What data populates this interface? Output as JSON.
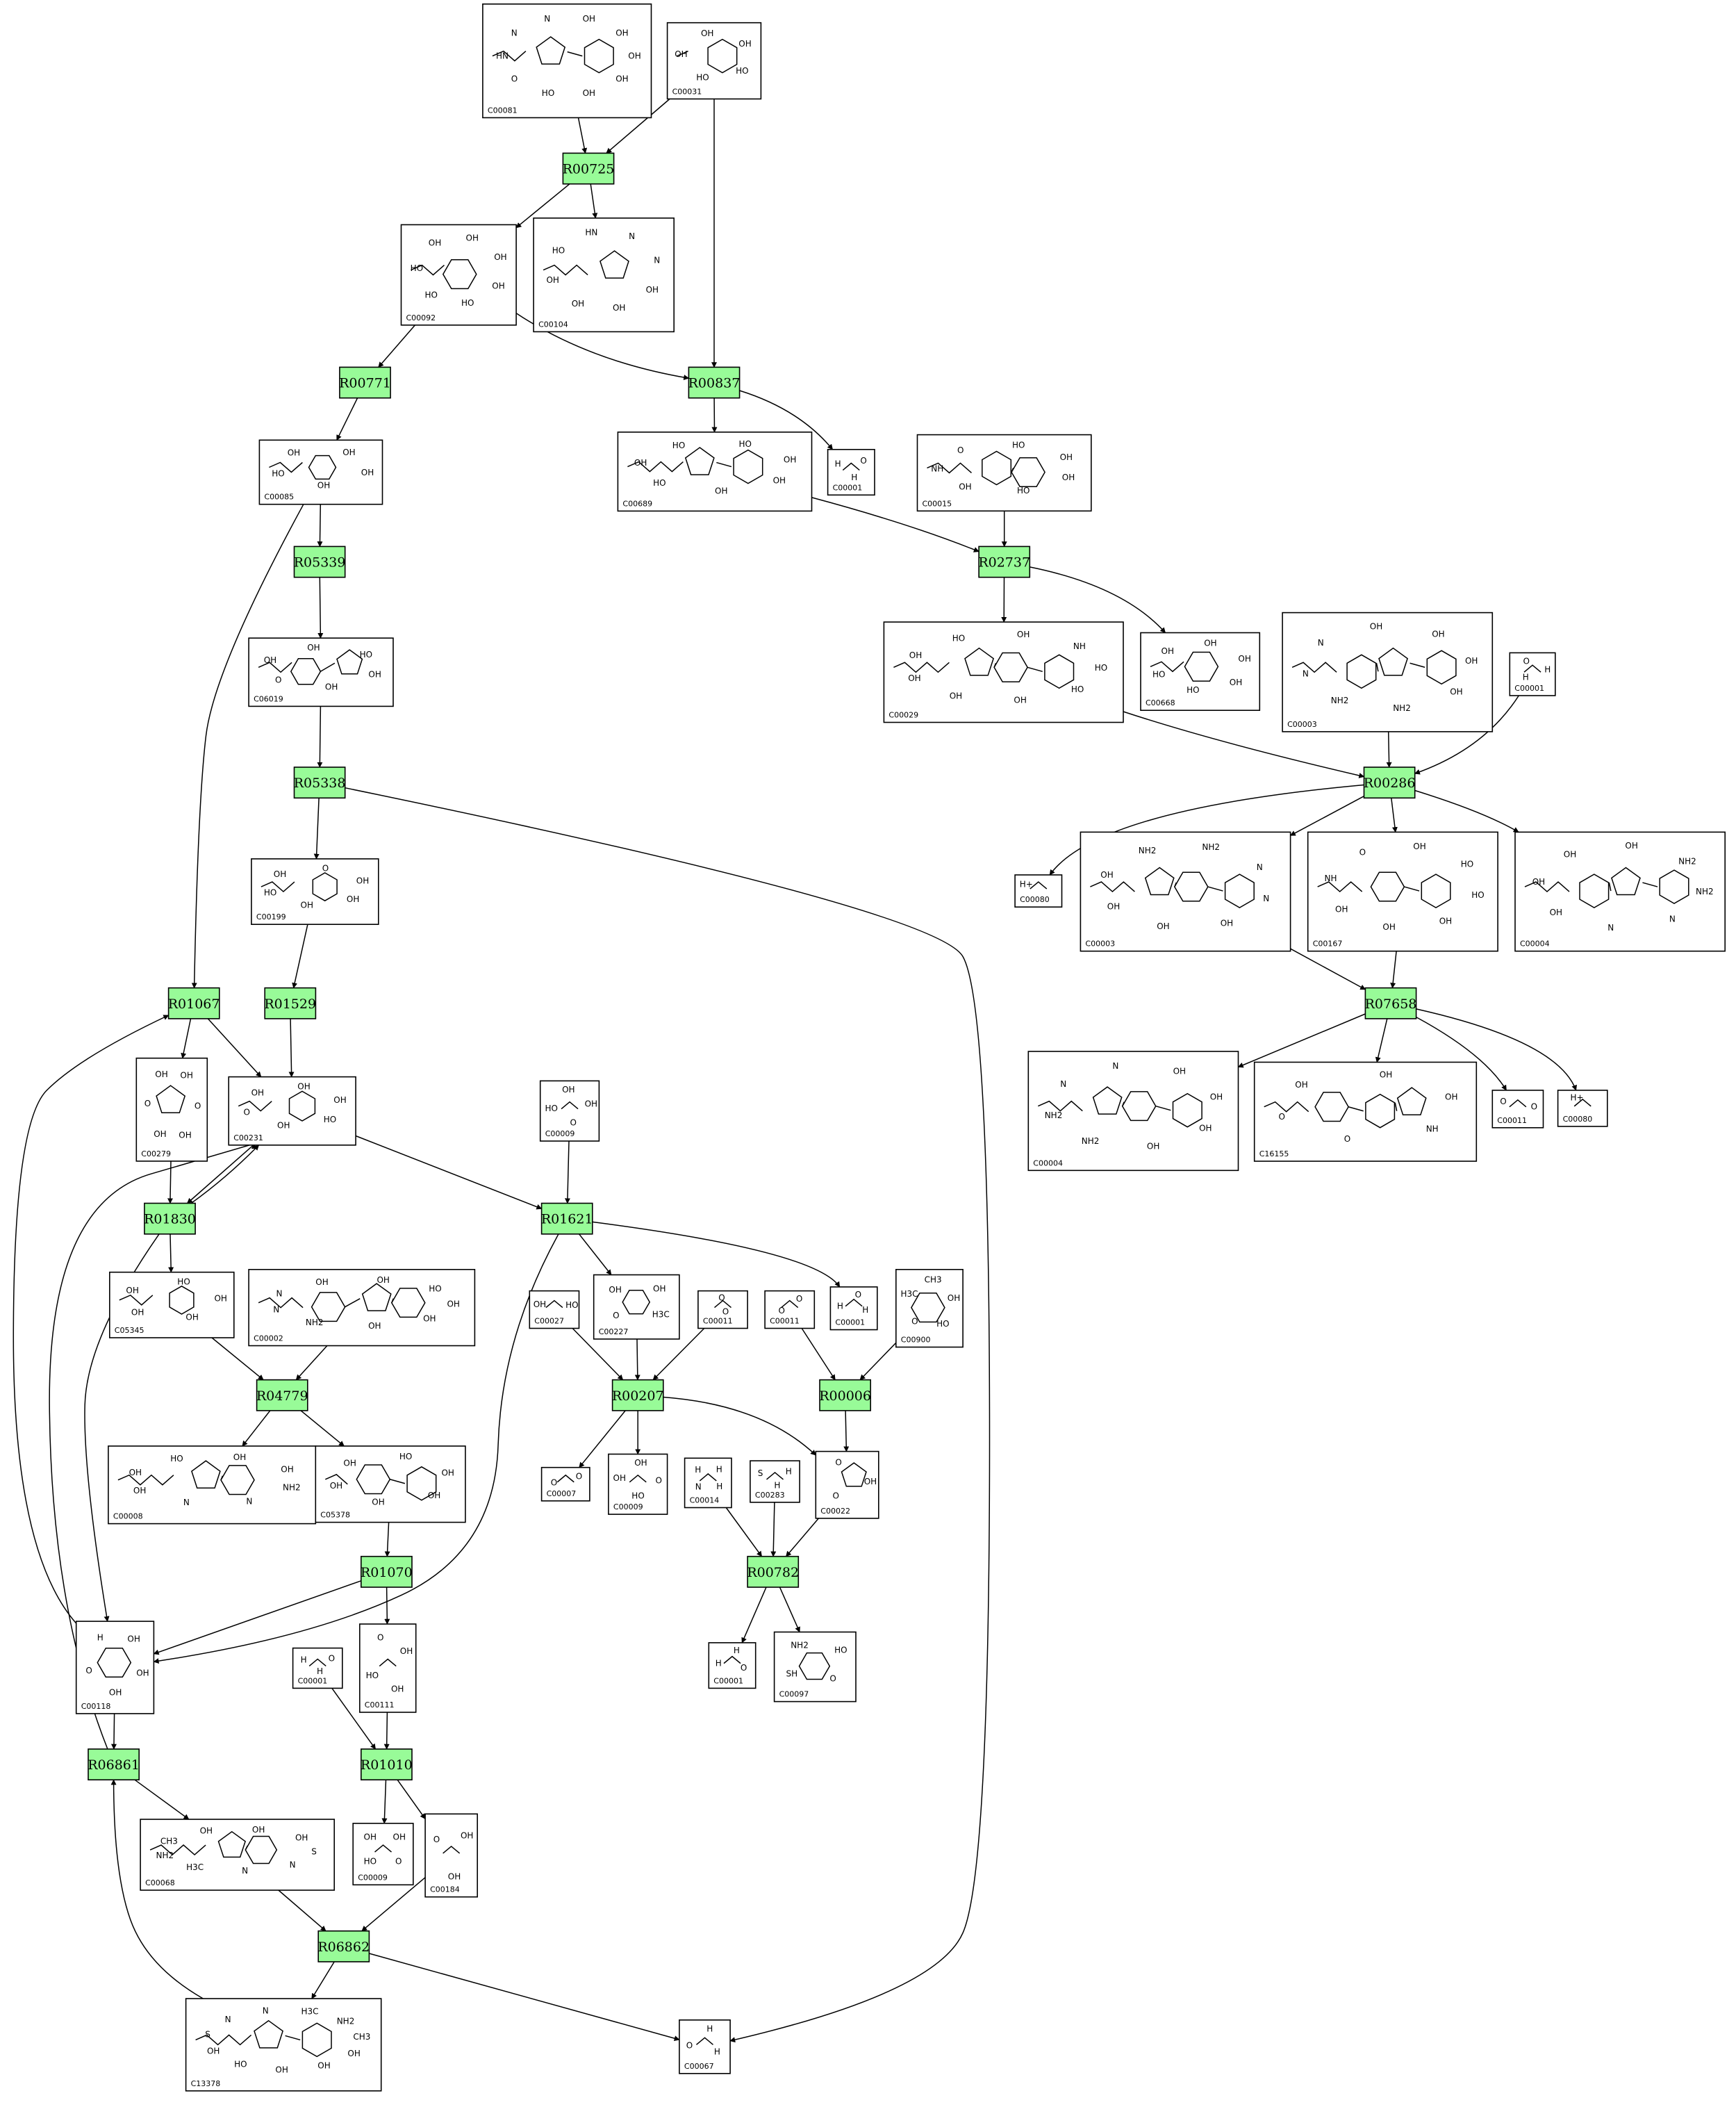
{
  "colors": {
    "reaction_fill": "#98fb98",
    "compound_fill": "#ffffff",
    "stroke": "#000000"
  },
  "reactions": [
    {
      "id": "R00725"
    },
    {
      "id": "R00771"
    },
    {
      "id": "R00837"
    },
    {
      "id": "R05339"
    },
    {
      "id": "R02737"
    },
    {
      "id": "R05338"
    },
    {
      "id": "R00286"
    },
    {
      "id": "R01067"
    },
    {
      "id": "R01529"
    },
    {
      "id": "R07658"
    },
    {
      "id": "R01830"
    },
    {
      "id": "R01621"
    },
    {
      "id": "R04779"
    },
    {
      "id": "R00207"
    },
    {
      "id": "R00006"
    },
    {
      "id": "R00782"
    },
    {
      "id": "R01070"
    },
    {
      "id": "R06861"
    },
    {
      "id": "R01010"
    },
    {
      "id": "R06862"
    }
  ],
  "compounds": [
    {
      "id": "C00081",
      "atoms": [
        "OH",
        "OH",
        "OH",
        "HO",
        "O",
        "HN",
        "N",
        "N",
        "OH",
        "OH"
      ]
    },
    {
      "id": "C00031",
      "atoms": [
        "HO",
        "HO",
        "OH",
        "OH",
        "OH"
      ]
    },
    {
      "id": "C00092",
      "atoms": [
        "HO",
        "HO",
        "HO",
        "OH",
        "OH",
        "OH",
        "OH"
      ]
    },
    {
      "id": "C00104",
      "atoms": [
        "OH",
        "OH",
        "HO",
        "HN",
        "N",
        "N",
        "OH",
        "OH"
      ]
    },
    {
      "id": "C00085",
      "atoms": [
        "HO",
        "OH",
        "OH",
        "OH",
        "OH"
      ]
    },
    {
      "id": "C00001",
      "atoms": [
        "H",
        "O",
        "H"
      ]
    },
    {
      "id": "C00689",
      "atoms": [
        "HO",
        "HO",
        "OH",
        "OH",
        "OH",
        "HO",
        "OH"
      ]
    },
    {
      "id": "C00015",
      "atoms": [
        "HO",
        "OH",
        "OH",
        "HO",
        "OH",
        "NH",
        "O"
      ]
    },
    {
      "id": "C06019",
      "atoms": [
        "HO",
        "OH",
        "OH",
        "O",
        "OH",
        "OH"
      ]
    },
    {
      "id": "C00029",
      "atoms": [
        "HO",
        "HO",
        "OH",
        "OH",
        "OH",
        "OH",
        "HO",
        "OH",
        "NH"
      ]
    },
    {
      "id": "C00668",
      "atoms": [
        "OH",
        "HO",
        "HO",
        "OH",
        "OH",
        "OH"
      ]
    },
    {
      "id": "C00003",
      "atoms": [
        "NH2",
        "NH2",
        "N",
        "N",
        "OH",
        "OH",
        "OH",
        "OH"
      ]
    },
    {
      "id": "C00001",
      "atoms": [
        "H",
        "O",
        "H"
      ]
    },
    {
      "id": "C00199",
      "atoms": [
        "HO",
        "OH",
        "O",
        "OH",
        "OH",
        "OH"
      ]
    },
    {
      "id": "C00080",
      "atoms": [
        "H+"
      ]
    },
    {
      "id": "C00003",
      "atoms": [
        "NH2",
        "NH2",
        "N",
        "N",
        "OH",
        "OH",
        "OH",
        "OH"
      ]
    },
    {
      "id": "C00167",
      "atoms": [
        "OH",
        "HO",
        "HO",
        "OH",
        "OH",
        "OH",
        "NH",
        "O"
      ]
    },
    {
      "id": "C00004",
      "atoms": [
        "NH2",
        "NH2",
        "N",
        "N",
        "OH",
        "OH",
        "OH",
        "OH"
      ]
    },
    {
      "id": "C00279",
      "atoms": [
        "O",
        "OH",
        "OH",
        "O",
        "OH",
        "OH"
      ]
    },
    {
      "id": "C00231",
      "atoms": [
        "HO",
        "OH",
        "O",
        "OH",
        "OH",
        "OH"
      ]
    },
    {
      "id": "C00009",
      "atoms": [
        "O",
        "HO",
        "OH",
        "OH"
      ]
    },
    {
      "id": "C00004",
      "atoms": [
        "NH2",
        "NH2",
        "N",
        "N",
        "OH",
        "OH",
        "OH",
        "OH"
      ]
    },
    {
      "id": "C16155",
      "atoms": [
        "O",
        "OH",
        "OH",
        "OH",
        "NH",
        "O"
      ]
    },
    {
      "id": "C00011",
      "atoms": [
        "O",
        "O"
      ]
    },
    {
      "id": "C00080",
      "atoms": [
        "H+"
      ]
    },
    {
      "id": "C05345",
      "atoms": [
        "HO",
        "OH",
        "OH",
        "OH",
        "OH"
      ]
    },
    {
      "id": "C00002",
      "atoms": [
        "HO",
        "OH",
        "OH",
        "OH",
        "NH2",
        "N",
        "N",
        "OH",
        "OH"
      ]
    },
    {
      "id": "C00027",
      "atoms": [
        "HO",
        "OH"
      ]
    },
    {
      "id": "C00227",
      "atoms": [
        "H3C",
        "O",
        "OH",
        "OH"
      ]
    },
    {
      "id": "C00011",
      "atoms": [
        "O",
        "O"
      ]
    },
    {
      "id": "C00011",
      "atoms": [
        "O",
        "O"
      ]
    },
    {
      "id": "C00001",
      "atoms": [
        "H",
        "O",
        "H"
      ]
    },
    {
      "id": "C00900",
      "atoms": [
        "H3C",
        "CH3",
        "OH",
        "HO",
        "O"
      ]
    },
    {
      "id": "C00008",
      "atoms": [
        "HO",
        "OH",
        "OH",
        "NH2",
        "N",
        "N",
        "OH",
        "OH"
      ]
    },
    {
      "id": "C05378",
      "atoms": [
        "HO",
        "OH",
        "OH",
        "OH",
        "OH",
        "OH"
      ]
    },
    {
      "id": "C00007",
      "atoms": [
        "O",
        "O"
      ]
    },
    {
      "id": "C00009",
      "atoms": [
        "O",
        "HO",
        "OH",
        "OH"
      ]
    },
    {
      "id": "C00014",
      "atoms": [
        "H",
        "N",
        "H",
        "H"
      ]
    },
    {
      "id": "C00283",
      "atoms": [
        "H",
        "S",
        "H"
      ]
    },
    {
      "id": "C00022",
      "atoms": [
        "O",
        "O",
        "OH"
      ]
    },
    {
      "id": "C00118",
      "atoms": [
        "O",
        "H",
        "OH",
        "OH",
        "OH"
      ]
    },
    {
      "id": "C00001",
      "atoms": [
        "H",
        "O",
        "H"
      ]
    },
    {
      "id": "C00111",
      "atoms": [
        "O",
        "OH",
        "OH",
        "HO"
      ]
    },
    {
      "id": "C00001",
      "atoms": [
        "H",
        "O",
        "H"
      ]
    },
    {
      "id": "C00097",
      "atoms": [
        "HO",
        "O",
        "SH",
        "NH2"
      ]
    },
    {
      "id": "C00068",
      "atoms": [
        "S",
        "N",
        "N",
        "H3C",
        "NH2",
        "CH3",
        "OH",
        "OH",
        "OH"
      ]
    },
    {
      "id": "C00009",
      "atoms": [
        "O",
        "HO",
        "OH",
        "OH"
      ]
    },
    {
      "id": "C00184",
      "atoms": [
        "OH",
        "O",
        "OH"
      ]
    },
    {
      "id": "C13378",
      "atoms": [
        "HO",
        "OH",
        "S",
        "N",
        "N",
        "H3C",
        "NH2",
        "CH3",
        "OH",
        "OH",
        "OH"
      ]
    },
    {
      "id": "C00067",
      "atoms": [
        "O",
        "H",
        "H"
      ]
    }
  ]
}
